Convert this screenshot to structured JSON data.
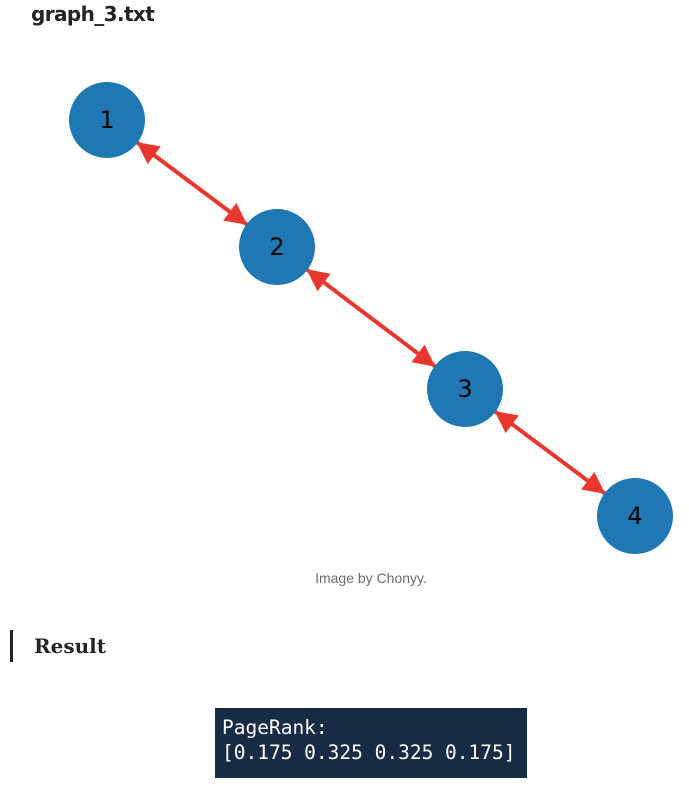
{
  "heading": "graph_3.txt",
  "graph": {
    "node_color": "#1f77b4",
    "edge_color": "#e8372f",
    "nodes": [
      {
        "label": "1"
      },
      {
        "label": "2"
      },
      {
        "label": "3"
      },
      {
        "label": "4"
      }
    ],
    "edges": [
      {
        "from": "1",
        "to": "2",
        "direction": "bidirectional"
      },
      {
        "from": "2",
        "to": "3",
        "direction": "bidirectional"
      },
      {
        "from": "3",
        "to": "4",
        "direction": "bidirectional"
      }
    ]
  },
  "caption": "Image by Chonyy.",
  "result_heading": "Result",
  "code": {
    "line1": "PageRank:",
    "line2": "[0.175 0.325 0.325 0.175]"
  }
}
